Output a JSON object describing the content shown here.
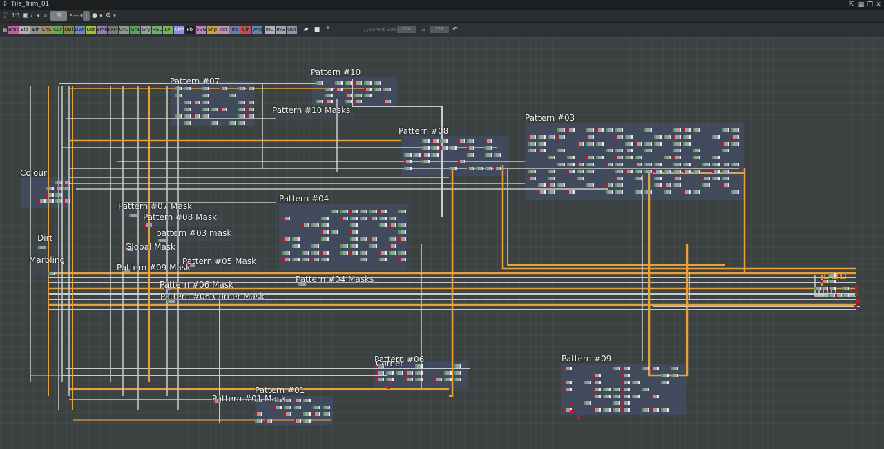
{
  "window": {
    "title": "Tile_Trim_01"
  },
  "toolbar": {
    "zoom_label": "1:1",
    "info_label": "i"
  },
  "node_palette": {
    "chips": [
      {
        "label": "Bmp",
        "color": "#c05fa0"
      },
      {
        "label": "Bld",
        "color": "#b0b0b0"
      },
      {
        "label": "Blr",
        "color": "#8e8e8e"
      },
      {
        "label": "ChS",
        "color": "#a08a5a"
      },
      {
        "label": "Cur",
        "color": "#6aa84f"
      },
      {
        "label": "DBl",
        "color": "#8a8a40"
      },
      {
        "label": "DWr",
        "color": "#6a88c0"
      },
      {
        "label": "Dst",
        "color": "#9fbf3f"
      },
      {
        "label": "Emb",
        "color": "#9a7ab0"
      },
      {
        "label": "FxM",
        "color": "#7a7a7a"
      },
      {
        "label": "GrD",
        "color": "#8f9a8a"
      },
      {
        "label": "Gra",
        "color": "#5fa05f"
      },
      {
        "label": "Gry",
        "color": "#9aa0a0"
      },
      {
        "label": "HSL",
        "color": "#6fb06f"
      },
      {
        "label": "Lvl",
        "color": "#7ab05a"
      },
      {
        "label": "Nrm",
        "color": "#8a8aff"
      },
      {
        "label": "Plx",
        "color": "#202020"
      },
      {
        "label": "SVG",
        "color": "#c080c0"
      },
      {
        "label": "Shp",
        "color": "#d0a040"
      },
      {
        "label": "Txt",
        "color": "#c090b0"
      },
      {
        "label": "Trs",
        "color": "#6a7ab0"
      },
      {
        "label": "Clr",
        "color": "#c05050"
      },
      {
        "label": "Wrp",
        "color": "#5a8ab0"
      },
      {
        "label": "InC",
        "color": "#b0b0c0"
      },
      {
        "label": "InG",
        "color": "#a0a0b0"
      },
      {
        "label": "Out",
        "color": "#9090a8"
      }
    ]
  },
  "parent_size": {
    "label": "Parent Size:",
    "value": "256",
    "value2": "256"
  },
  "frames": [
    {
      "label": "Pattern #07"
    },
    {
      "label": "Pattern #10"
    },
    {
      "label": "Pattern #10 Masks"
    },
    {
      "label": "Pattern #08"
    },
    {
      "label": "Pattern #03"
    },
    {
      "label": "Colour"
    },
    {
      "label": "Pattern #07 Mask"
    },
    {
      "label": "Pattern #04"
    },
    {
      "label": "Pattern #08 Mask"
    },
    {
      "label": "pattern #03 mask"
    },
    {
      "label": "Dirt"
    },
    {
      "label": "Global Mask"
    },
    {
      "label": "Marbling"
    },
    {
      "label": "Pattern #05 Mask"
    },
    {
      "label": "Pattern #09 Mask"
    },
    {
      "label": "Pattern #04 Masks"
    },
    {
      "label": "Pattern #06 Mask"
    },
    {
      "label": "Pattern #06 Corner Mask"
    },
    {
      "label": "Pattern #06"
    },
    {
      "label": "Corner"
    },
    {
      "label": "Pattern #09"
    },
    {
      "label": "Pattern #01"
    },
    {
      "label": "Pattern #01 Mask"
    }
  ],
  "colors": {
    "wire_gray": "#c9cccc",
    "wire_orange": "#e8a13a",
    "node_red": "#c0192a",
    "frame_fill": "#4a5478"
  }
}
